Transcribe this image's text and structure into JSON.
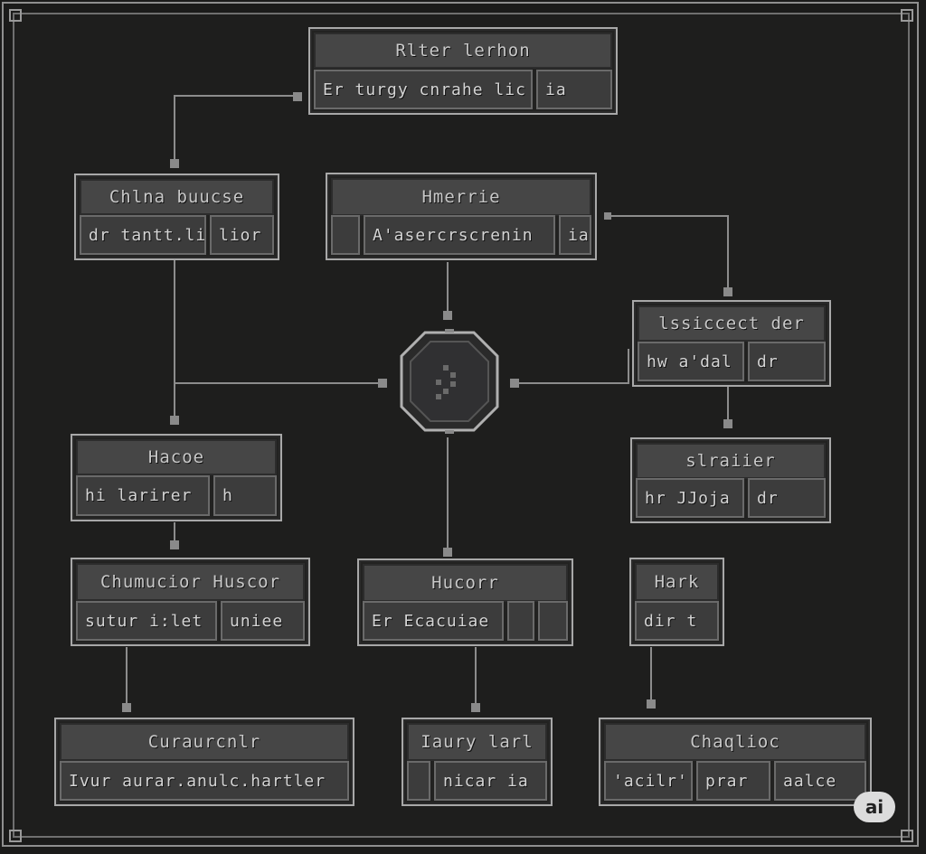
{
  "diagram": {
    "entities": [
      {
        "id": "top",
        "header": "Rlter  lerhon",
        "cells": [
          "Er  turgy cnrahe lic",
          "ia"
        ]
      },
      {
        "id": "left1",
        "header": "Chlna  buucse",
        "cells": [
          "dr  tantt.li",
          "lior"
        ]
      },
      {
        "id": "center1",
        "header": "Hmerrie",
        "cells": [
          "",
          "A'asercrscrenin",
          "ia"
        ]
      },
      {
        "id": "right1",
        "header": "lssiccect  der",
        "cells": [
          "hw  a'dal",
          "dr"
        ]
      },
      {
        "id": "left2",
        "header": "Hacoe",
        "cells": [
          "hi  larirer",
          "h"
        ]
      },
      {
        "id": "right2",
        "header": "slraiier",
        "cells": [
          "hr  JJoja",
          "dr"
        ]
      },
      {
        "id": "left3",
        "header": "Chumucior  Huscor",
        "cells": [
          "sutur  i:let",
          "uniee"
        ]
      },
      {
        "id": "center2",
        "header": "Hucorr",
        "cells": [
          "Er  Ecacuiae",
          "",
          ""
        ]
      },
      {
        "id": "right3",
        "header": "Hark",
        "cells": [
          "dir  t"
        ]
      },
      {
        "id": "bottom1",
        "header": "Curaurcnlr",
        "cells": [
          "Ivur  aurar.anulc.hartler"
        ]
      },
      {
        "id": "bottom2",
        "header": "Iaury  larl",
        "cells": [
          "",
          "nicar  ia"
        ]
      },
      {
        "id": "bottom3",
        "header": "Chaqlioc",
        "cells": [
          "'acilr'",
          "prar",
          "aalce"
        ]
      }
    ]
  },
  "badge": {
    "label": "ai"
  },
  "colors": {
    "background": "#1e1e1d",
    "border": "#a8a8a8",
    "header": "#464646",
    "cell": "#3c3c3c",
    "wire": "#8a8a8a"
  }
}
